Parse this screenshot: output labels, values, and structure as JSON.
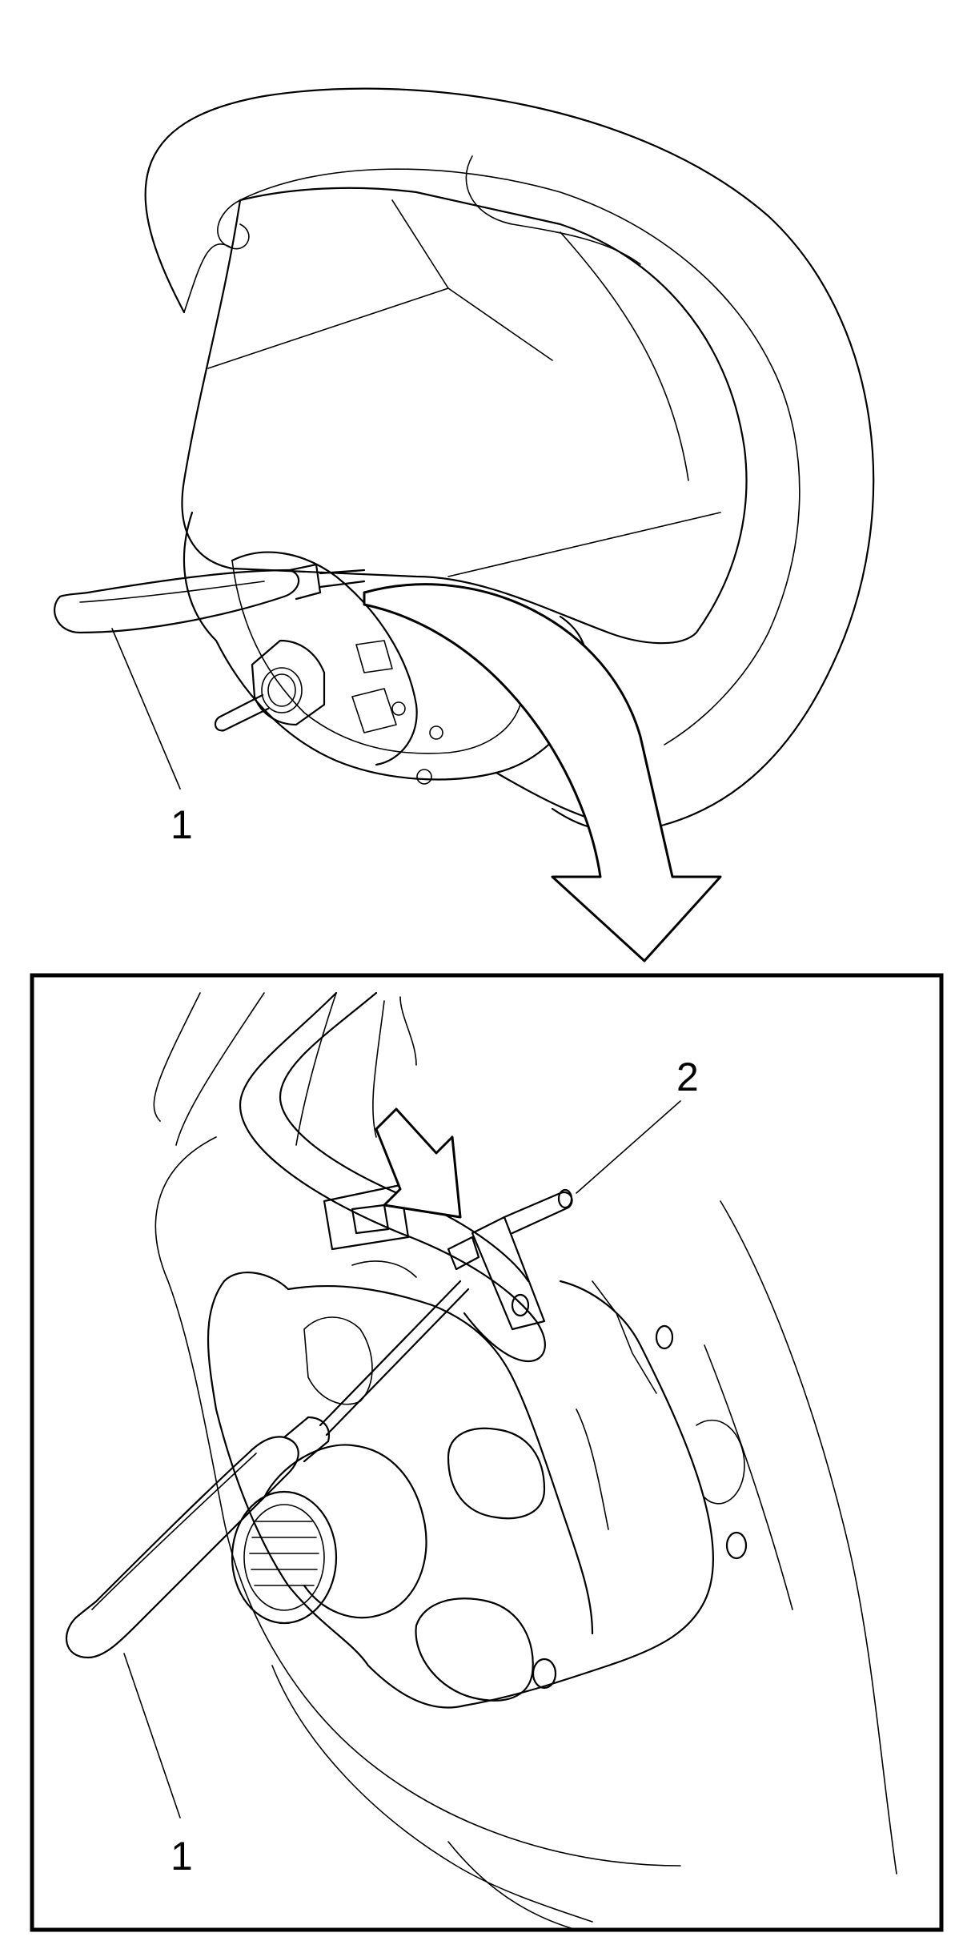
{
  "callouts": {
    "top_screwdriver": "1",
    "detail_screwdriver": "1",
    "detail_pin": "2"
  },
  "icons": {
    "transition_arrow": "curved-arrow-icon",
    "direction_arrow": "arrow-icon"
  },
  "colors": {
    "line": "#000000",
    "background": "#ffffff"
  }
}
